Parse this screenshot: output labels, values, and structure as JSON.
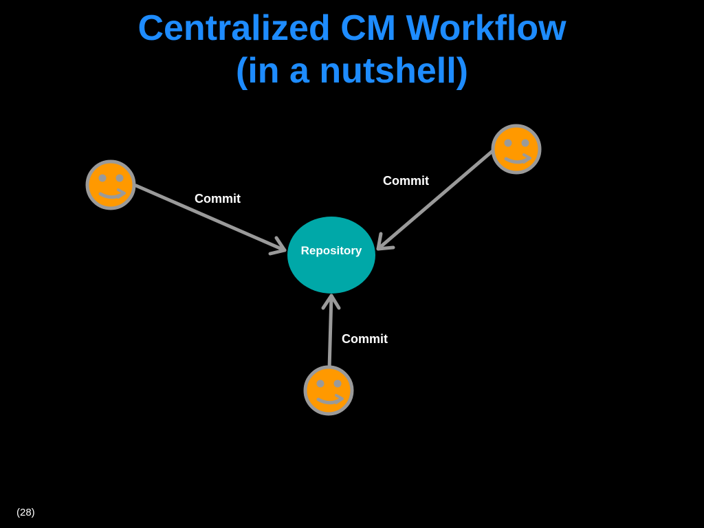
{
  "slide": {
    "title_line1": "Centralized CM Workflow",
    "title_line2": "(in a nutshell)",
    "page_number": "(28)"
  },
  "diagram": {
    "repository": {
      "label": "Repository",
      "color": "#00a8a8"
    },
    "users": [
      {
        "name": "user-left-icon",
        "color": "#ff9900"
      },
      {
        "name": "user-right-icon",
        "color": "#ff9900"
      },
      {
        "name": "user-bottom-icon",
        "color": "#ff9900"
      }
    ],
    "edges": [
      {
        "from": "user-left",
        "to": "repository",
        "label": "Commit"
      },
      {
        "from": "user-right",
        "to": "repository",
        "label": "Commit"
      },
      {
        "from": "user-bottom",
        "to": "repository",
        "label": "Commit"
      }
    ],
    "colors": {
      "title": "#1e8cff",
      "background": "#000000",
      "arrow": "#9a9a9a",
      "face_border": "#9a9a9a"
    }
  }
}
